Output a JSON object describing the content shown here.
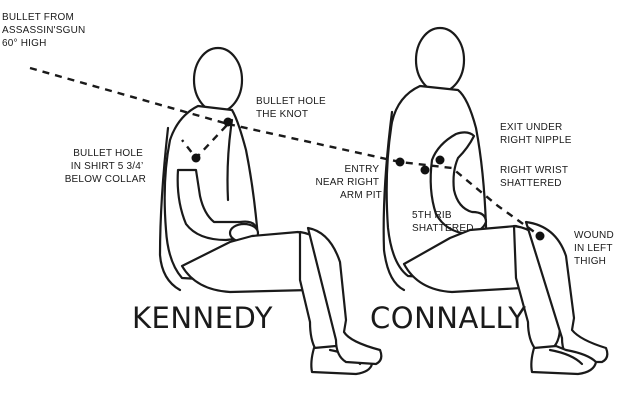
{
  "labels": {
    "bullet_from": [
      "BULLET FROM",
      "ASSASSIN'SGUN",
      "60° HIGH"
    ],
    "hole_knot": [
      "BULLET HOLE",
      "THE KNOT"
    ],
    "hole_shirt": [
      "BULLET HOLE",
      "IN SHIRT 5 3/4’",
      "BELOW COLLAR"
    ],
    "entry": [
      "ENTRY",
      "NEAR RIGHT",
      "ARM PIT"
    ],
    "exit": [
      "EXIT UNDER",
      "RIGHT NIPPLE"
    ],
    "wrist": [
      "RIGHT WRIST",
      "SHATTERED"
    ],
    "rib": [
      "5TH RIB",
      "SHATTERED"
    ],
    "wound": [
      "WOUND",
      "IN LEFT",
      "THIGH"
    ]
  },
  "figures": {
    "kennedy": "KENNEDY",
    "connally": "CONNALLY"
  },
  "colors": {
    "ink": "#1a1a1a",
    "background": "#ffffff"
  }
}
